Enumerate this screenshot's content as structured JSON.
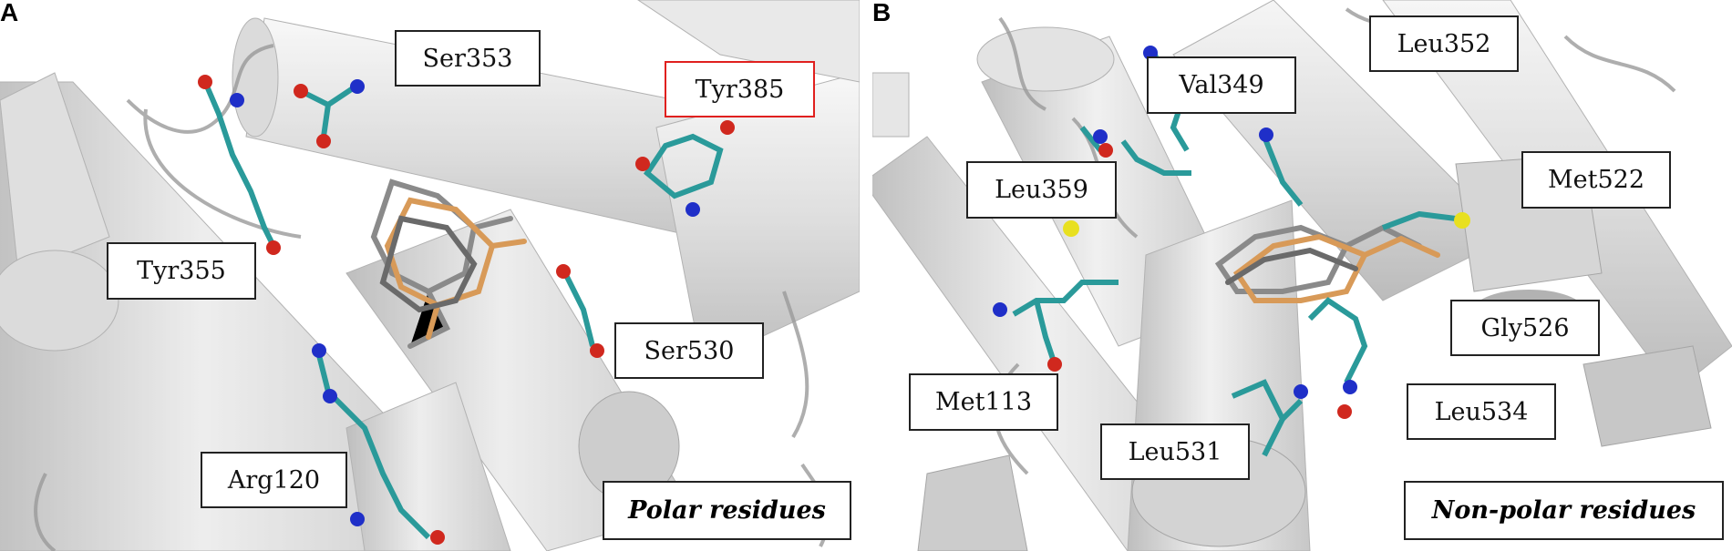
{
  "panels": [
    {
      "letter": "A",
      "caption": "Polar residues",
      "residues": [
        "Ser353",
        "Tyr385",
        "Tyr355",
        "Ser530",
        "Arg120"
      ]
    },
    {
      "letter": "B",
      "caption": "Non-polar residues",
      "residues": [
        "Leu352",
        "Val349",
        "Met522",
        "Leu359",
        "Gly526",
        "Met113",
        "Leu534",
        "Leu531"
      ]
    }
  ],
  "colors": {
    "highlight_border": "#e0201e",
    "carbon": "#2a9a9a",
    "oxygen": "#d0281e",
    "nitrogen": "#1f2fc8",
    "sulfur": "#e8e020",
    "ligand_orange": "#d89a58",
    "ligand_gray": "#8a8a8a",
    "helix": "#d9d9d9"
  }
}
